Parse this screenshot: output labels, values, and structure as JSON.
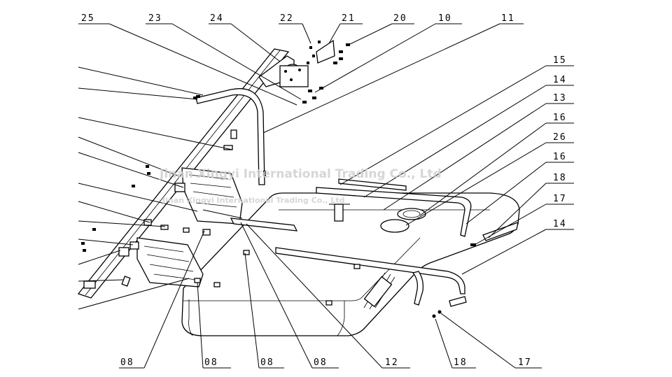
{
  "labels": {
    "l25": "25",
    "l23": "23",
    "l24": "24",
    "l22": "22",
    "l21": "21",
    "l20": "20",
    "l10": "10",
    "l11": "11",
    "l15": "15",
    "l14a": "14",
    "l13": "13",
    "l16a": "16",
    "l26": "26",
    "l16b": "16",
    "l18a": "18",
    "l17a": "17",
    "l14b": "14",
    "l08a": "08",
    "l08b": "08",
    "l08c": "08",
    "l08d": "08",
    "l12": "12",
    "l18b": "18",
    "l17b": "17"
  },
  "watermark": {
    "line1": "Jinan Xingyi International Trading Co., Ltd",
    "line2": "Jinan Xingyi International Trading Co., Ltd"
  },
  "colors": {
    "ink": "#000000",
    "paper": "#ffffff",
    "watermark": "#cfcfcf"
  }
}
